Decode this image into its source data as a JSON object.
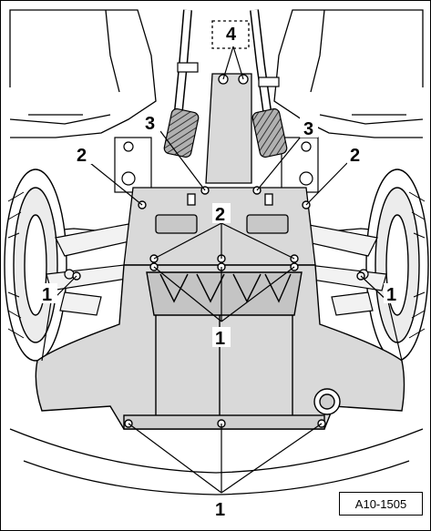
{
  "figure": {
    "reference_code": "A10-1505",
    "callouts": {
      "label_1": "1",
      "label_2": "2",
      "label_3": "3",
      "label_4": "4"
    },
    "colors": {
      "line": "#000000",
      "panel_fill": "#d9d9d9",
      "background": "#ffffff",
      "body_fill": "#f2f2f2"
    }
  }
}
